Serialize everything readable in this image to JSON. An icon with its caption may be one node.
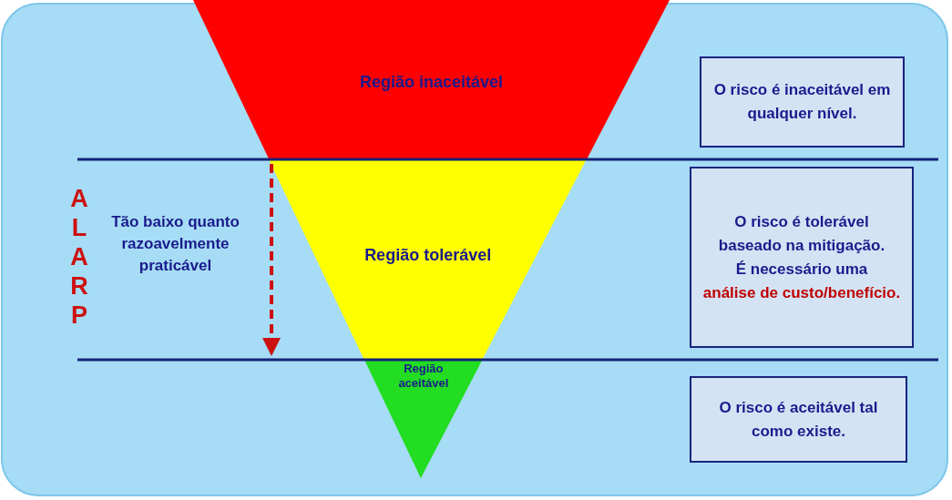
{
  "diagram": {
    "nodes": [
      {
        "text": [
          "Região inaceitável"
        ]
      },
      {
        "text": [
          "Região tolerável"
        ]
      },
      {
        "text": [
          "Região aceitável"
        ]
      },
      {
        "text": [
          "O risco é inaceitável em qualquer nível."
        ]
      },
      {
        "text": [
          "O risco é tolerável baseado na mitigação.",
          "É necessário uma",
          "análise de custo/benefício."
        ]
      },
      {
        "text": [
          "O risco é aceitável tal como existe."
        ]
      }
    ],
    "labels": [
      "ALARP",
      "Tão baixo quanto razoavelmente praticável"
    ]
  }
}
